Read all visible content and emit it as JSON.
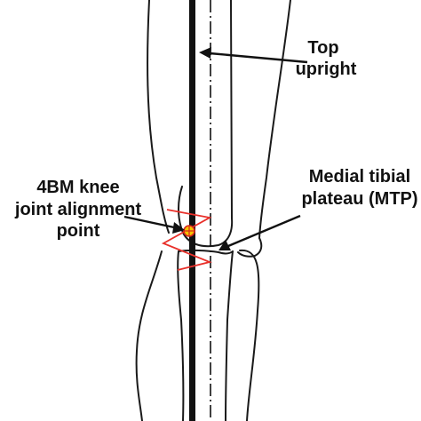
{
  "labels": {
    "top_upright_line1": "Top",
    "top_upright_line2": "upright",
    "knee_point_line1": "4BM knee",
    "knee_point_line2": "joint alignment",
    "knee_point_line3": "point",
    "mtp_line1": "Medial tibial",
    "mtp_line2": "plateau (MTP)"
  },
  "colors": {
    "outline": "#1a1a1a",
    "upright_bar": "#111111",
    "marker_zigzag": "#e8302a",
    "marker_fill": "#f5c400",
    "marker_stroke": "#d9261c",
    "text": "#111111"
  }
}
